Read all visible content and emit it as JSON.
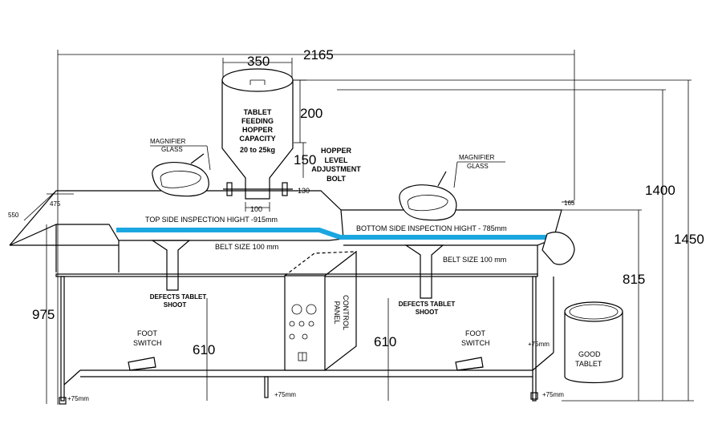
{
  "colors": {
    "belt": "#1aa6e0",
    "line": "#000000",
    "background": "#ffffff"
  },
  "dimensions": {
    "overall_length": "2165",
    "hopper_width": "350",
    "hopper_height": "200",
    "hopper_level": "150",
    "hopper_outlet_height": "130",
    "hopper_outlet_width": "100",
    "height_total": "1400",
    "height_overall": "1450",
    "right_table_height": "815",
    "left_table_height": "975",
    "left_depth_475": "475",
    "left_depth_550": "550",
    "right_edge_165": "165",
    "left_610": "610",
    "right_610": "610",
    "foot_adjust_left": "+75mm",
    "foot_adjust_center": "+75mm",
    "foot_adjust_right": "+75mm",
    "foot_adjust_bin": "+75mm"
  },
  "labels": {
    "hopper": [
      "TABLET",
      "FEEDING",
      "HOPPER",
      "CAPACITY",
      "20 to 25kg"
    ],
    "hopper_bolt": [
      "HOPPER",
      "LEVEL",
      "ADJUSTMENT",
      "BOLT"
    ],
    "magnifier_left": [
      "MAGNIFIER",
      "GLASS"
    ],
    "magnifier_right": [
      "MAGNIFIER",
      "GLASS"
    ],
    "top_inspection": "TOP SIDE INSPECTION HIGHT -915mm",
    "bottom_inspection": "BOTTOM SIDE INSPECTION HIGHT - 785mm",
    "belt_left": "BELT SIZE 100 mm",
    "belt_right": "BELT SIZE 100 mm",
    "defects_left": [
      "DEFECTS TABLET",
      "SHOOT"
    ],
    "defects_right": [
      "DEFECTS TABLET",
      "SHOOT"
    ],
    "foot_left": [
      "FOOT",
      "SWITCH"
    ],
    "foot_right": [
      "FOOT",
      "SWITCH"
    ],
    "control_panel": [
      "CONTROL",
      "PANEL"
    ],
    "good_tablet": [
      "GOOD",
      "TABLET"
    ]
  }
}
